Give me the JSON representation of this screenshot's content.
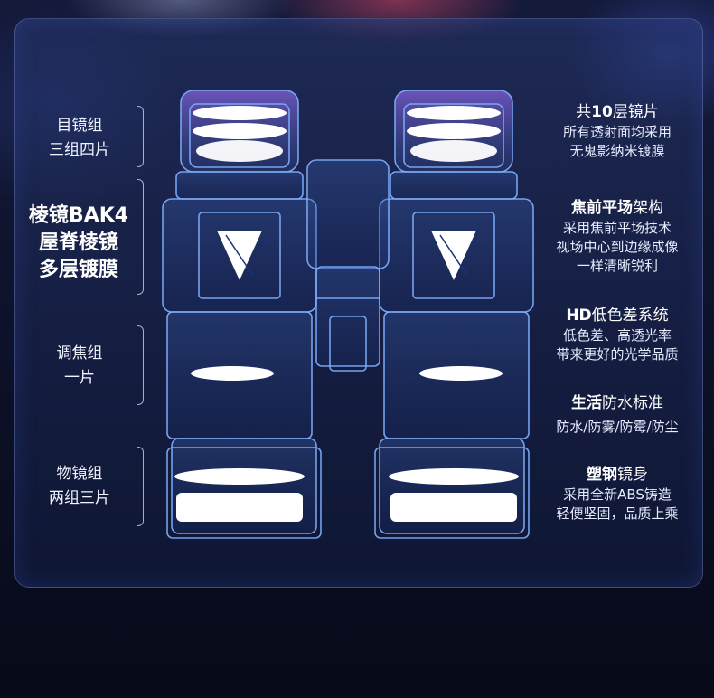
{
  "left_labels": [
    {
      "lines": [
        "目镜组",
        "三组四片"
      ]
    },
    {
      "lines": [
        "棱镜BAK4",
        "屋脊棱镜",
        "多层镀膜"
      ]
    },
    {
      "lines": [
        "调焦组",
        "一片"
      ]
    },
    {
      "lines": [
        "物镜组",
        "两组三片"
      ]
    }
  ],
  "right_features": [
    {
      "title_pre": "共",
      "title_bold": "10",
      "title_post": "层镜片",
      "desc": [
        "所有透射面均采用",
        "无鬼影纳米镀膜"
      ]
    },
    {
      "title_pre": "",
      "title_bold": "焦前平场",
      "title_post": "架构",
      "desc": [
        "采用焦前平场技术",
        "视场中心到边缘成像",
        "一样清晰锐利"
      ]
    },
    {
      "title_pre": "",
      "title_bold": "HD",
      "title_post": "低色差系统",
      "desc": [
        "低色差、高透光率",
        "带来更好的光学品质"
      ]
    },
    {
      "title_pre": "",
      "title_bold": "生活",
      "title_post": "防水标准",
      "desc": [
        "防水/防雾/防霉/防尘"
      ]
    },
    {
      "title_pre": "",
      "title_bold": "塑钢",
      "title_post": "镜身",
      "desc": [
        "采用全新ABS铸造",
        "轻便坚固，品质上乘"
      ]
    }
  ],
  "colors": {
    "line": "#7fb0ff",
    "lens": "#ffffff",
    "bg": "#0a0f22"
  }
}
